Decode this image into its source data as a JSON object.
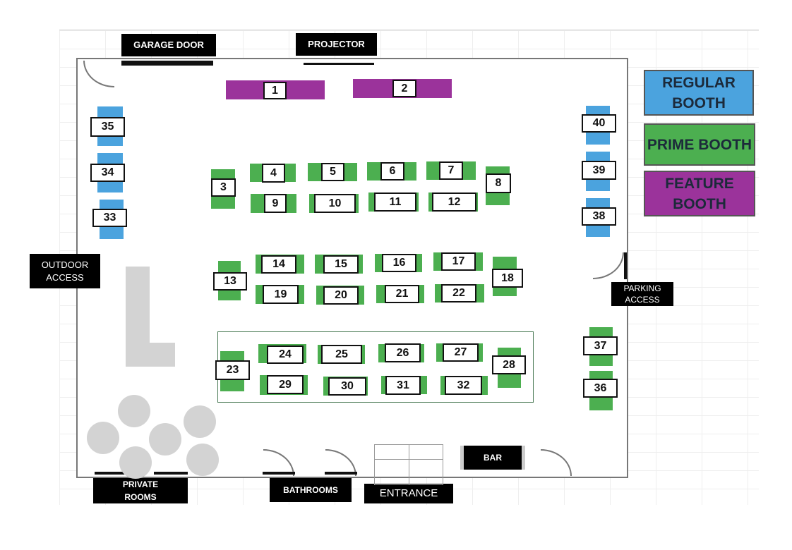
{
  "labels": {
    "garage_door": "GARAGE DOOR",
    "projector": "PROJECTOR",
    "outdoor_access": "OUTDOOR ACCESS",
    "parking_access": "PARKING ACCESS",
    "private_rooms": "PRIVATE ROOMS",
    "bathrooms": "BATHROOMS",
    "entrance": "ENTRANCE",
    "bar": "BAR"
  },
  "legend": [
    {
      "label": "REGULAR BOOTH",
      "type": "regular",
      "color": "#4ba3de"
    },
    {
      "label": "PRIME BOOTH",
      "type": "prime",
      "color": "#4caf50"
    },
    {
      "label": "FEATURE BOOTH",
      "type": "feature",
      "color": "#9b339b"
    }
  ],
  "booths": [
    {
      "number": "1",
      "type": "feature"
    },
    {
      "number": "2",
      "type": "feature"
    },
    {
      "number": "3",
      "type": "prime"
    },
    {
      "number": "4",
      "type": "prime"
    },
    {
      "number": "5",
      "type": "prime"
    },
    {
      "number": "6",
      "type": "prime"
    },
    {
      "number": "7",
      "type": "prime"
    },
    {
      "number": "8",
      "type": "prime"
    },
    {
      "number": "9",
      "type": "prime"
    },
    {
      "number": "10",
      "type": "prime"
    },
    {
      "number": "11",
      "type": "prime"
    },
    {
      "number": "12",
      "type": "prime"
    },
    {
      "number": "13",
      "type": "prime"
    },
    {
      "number": "14",
      "type": "prime"
    },
    {
      "number": "15",
      "type": "prime"
    },
    {
      "number": "16",
      "type": "prime"
    },
    {
      "number": "17",
      "type": "prime"
    },
    {
      "number": "18",
      "type": "prime"
    },
    {
      "number": "19",
      "type": "prime"
    },
    {
      "number": "20",
      "type": "prime"
    },
    {
      "number": "21",
      "type": "prime"
    },
    {
      "number": "22",
      "type": "prime"
    },
    {
      "number": "23",
      "type": "prime"
    },
    {
      "number": "24",
      "type": "prime"
    },
    {
      "number": "25",
      "type": "prime"
    },
    {
      "number": "26",
      "type": "prime"
    },
    {
      "number": "27",
      "type": "prime"
    },
    {
      "number": "28",
      "type": "prime"
    },
    {
      "number": "29",
      "type": "prime"
    },
    {
      "number": "30",
      "type": "prime"
    },
    {
      "number": "31",
      "type": "prime"
    },
    {
      "number": "32",
      "type": "prime"
    },
    {
      "number": "33",
      "type": "regular"
    },
    {
      "number": "34",
      "type": "regular"
    },
    {
      "number": "35",
      "type": "regular"
    },
    {
      "number": "36",
      "type": "prime"
    },
    {
      "number": "37",
      "type": "prime"
    },
    {
      "number": "38",
      "type": "regular"
    },
    {
      "number": "39",
      "type": "regular"
    },
    {
      "number": "40",
      "type": "regular"
    }
  ]
}
